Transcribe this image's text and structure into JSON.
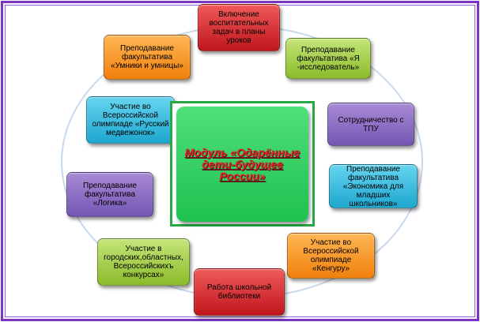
{
  "diagram": {
    "center": "Модуль «Одарённые дети-будущее России»",
    "nodes": [
      {
        "id": "top",
        "text": "Включение воспитательных задач в планы уроков"
      },
      {
        "id": "top-right",
        "text": "Преподавание факультатива «Я -исследователь»"
      },
      {
        "id": "right-1",
        "text": "Сотрудничество с ТПУ"
      },
      {
        "id": "right-2",
        "text": "Преподавание факультатива «Экономика для младших школьников»"
      },
      {
        "id": "bottom-right",
        "text": "Участие во Всероссийской олимпиаде «Кенгуру»"
      },
      {
        "id": "bottom",
        "text": "Работа школьной библиотеки"
      },
      {
        "id": "bottom-left",
        "text": "Участие в городских,областных, Всероссийскихъ конкурсах»"
      },
      {
        "id": "left-2",
        "text": "Преподавание факультатива «Логика»"
      },
      {
        "id": "left-1",
        "text": "Участие во Всероссийской олимпиаде «Русский медвежонок»"
      },
      {
        "id": "top-left",
        "text": "Преподавание факультатива «Умники и умницы»"
      }
    ]
  },
  "colors": {
    "frame_border": "#7a35c2",
    "center_fill": "#3ad466",
    "center_text": "#e0262a",
    "connector": "#c8d9ee"
  }
}
